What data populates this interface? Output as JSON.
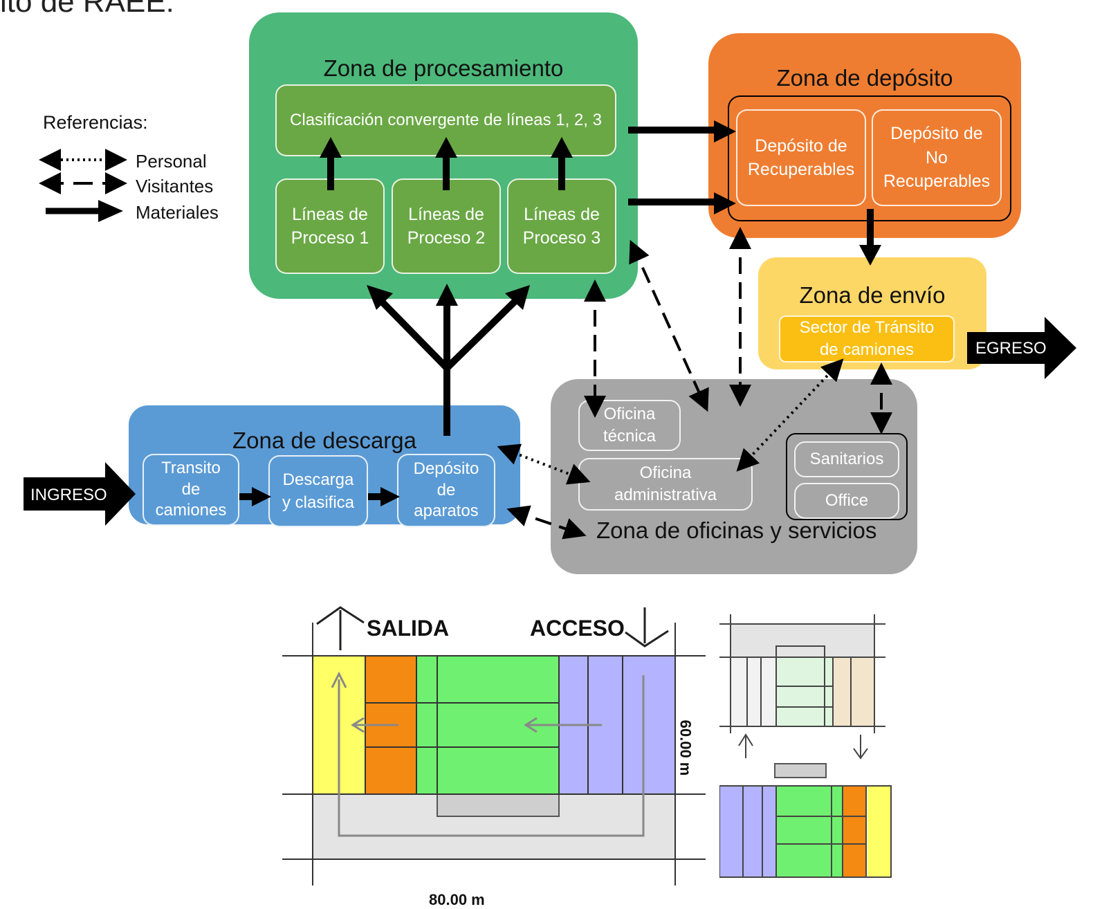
{
  "page_title_fragment": "ito de RAEE:",
  "legend": {
    "title": "Referencias:",
    "items": [
      {
        "label": "Personal",
        "style": "dotted"
      },
      {
        "label": "Visitantes",
        "style": "dashed"
      },
      {
        "label": "Materiales",
        "style": "bold"
      }
    ]
  },
  "colors": {
    "processing": "#4cb87a",
    "processing_box": "#6aa845",
    "deposit": "#ef7d31",
    "shipping": "#fdd766",
    "shipping_box": "#fbbf13",
    "unloading": "#5b9bd5",
    "offices": "#a6a6a6"
  },
  "zones": {
    "processing": {
      "title": "Zona de procesamiento",
      "classification": "Clasificación convergente de líneas 1, 2, 3",
      "lines": [
        "Líneas de\nProceso 1",
        "Líneas de\nProceso 2",
        "Líneas de\nProceso 3"
      ]
    },
    "deposit": {
      "title": "Zona de depósito",
      "boxes": [
        "Depósito de\nRecuperables",
        "Depósito de\nNo\nRecuperables"
      ]
    },
    "shipping": {
      "title": "Zona de envío",
      "sector": "Sector de Tránsito\nde camiones"
    },
    "unloading": {
      "title": "Zona de descarga",
      "boxes": [
        "Transito\nde\ncamiones",
        "Descarga\ny clasifica",
        "Depósito\nde\naparatos"
      ]
    },
    "offices": {
      "title": "Zona de oficinas y servicios",
      "technical": "Oficina\ntécnica",
      "admin": "Oficina\nadministrativa",
      "sanitarios": "Sanitarios",
      "office": "Office"
    }
  },
  "ingreso": "INGRESO",
  "egreso": "EGRESO",
  "plan": {
    "salida": "SALIDA",
    "acceso": "ACCESO",
    "height_dim": "60.00 m",
    "width_dim": "80.00 m"
  }
}
